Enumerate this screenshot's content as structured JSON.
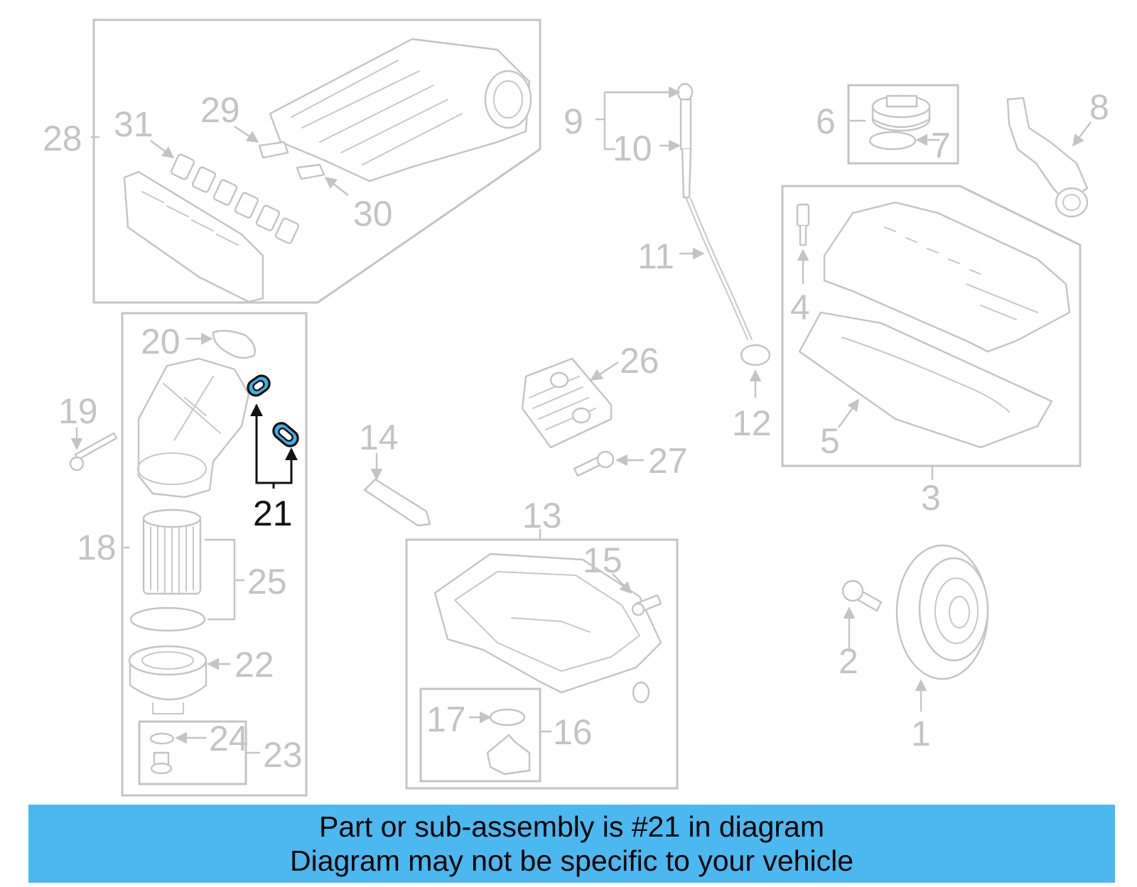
{
  "callouts": {
    "c1": "1",
    "c2": "2",
    "c3": "3",
    "c4": "4",
    "c5": "5",
    "c6": "6",
    "c7": "7",
    "c8": "8",
    "c9": "9",
    "c10": "10",
    "c11": "11",
    "c12": "12",
    "c13": "13",
    "c14": "14",
    "c15": "15",
    "c16": "16",
    "c17": "17",
    "c18": "18",
    "c19": "19",
    "c20": "20",
    "c21": "21",
    "c22": "22",
    "c23": "23",
    "c24": "24",
    "c25": "25",
    "c26": "26",
    "c27": "27",
    "c28": "28",
    "c29": "29",
    "c30": "30",
    "c31": "31"
  },
  "highlighted_part": "21",
  "colors": {
    "highlight": "#3fb0e6",
    "banner": "#4bb8ef",
    "line_art": "#c4c4c4"
  },
  "banner": {
    "line1": "Part or sub-assembly is #21 in diagram",
    "line2": "Diagram may not be specific to your vehicle"
  }
}
